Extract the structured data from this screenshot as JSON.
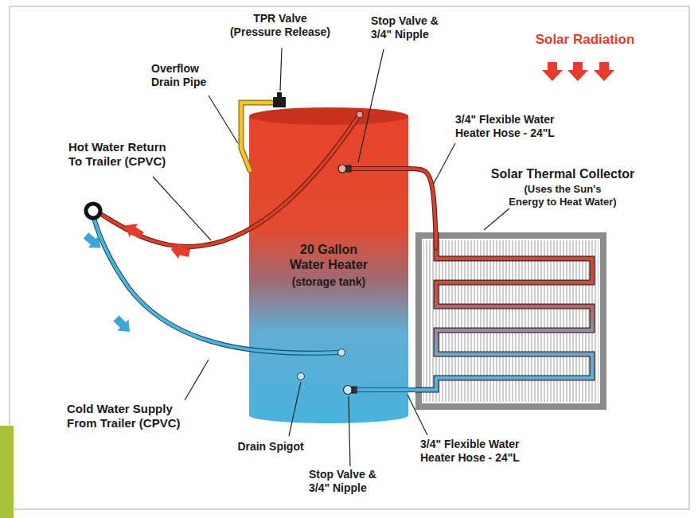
{
  "diagram": {
    "nodes": [
      {
        "text": [
          "20 Gallon Water Heater",
          "(storage tank)"
        ]
      },
      {
        "text": [
          "Solar Thermal Collector",
          "(Uses the Sun's Energy to Heat Water)"
        ]
      }
    ],
    "edges": [
      {
        "from": 0,
        "to": 1,
        "arrow": "none"
      },
      {
        "from": 0,
        "to": 1,
        "arrow": "none"
      }
    ],
    "labels": [
      "Solar Radiation",
      "TPR Valve (Pressure Release)",
      "Overflow Drain Pipe",
      "Stop Valve & 3/4\" Nipple",
      "3/4\" Flexible Water Heater Hose - 24\"L",
      "Hot Water Return To Trailer (CPVC)",
      "Cold Water Supply From Trailer (CPVC)",
      "Drain Spigot",
      "Stop Valve & 3/4\" Nipple",
      "3/4\" Flexible Water Heater Hose - 24\"L"
    ]
  }
}
